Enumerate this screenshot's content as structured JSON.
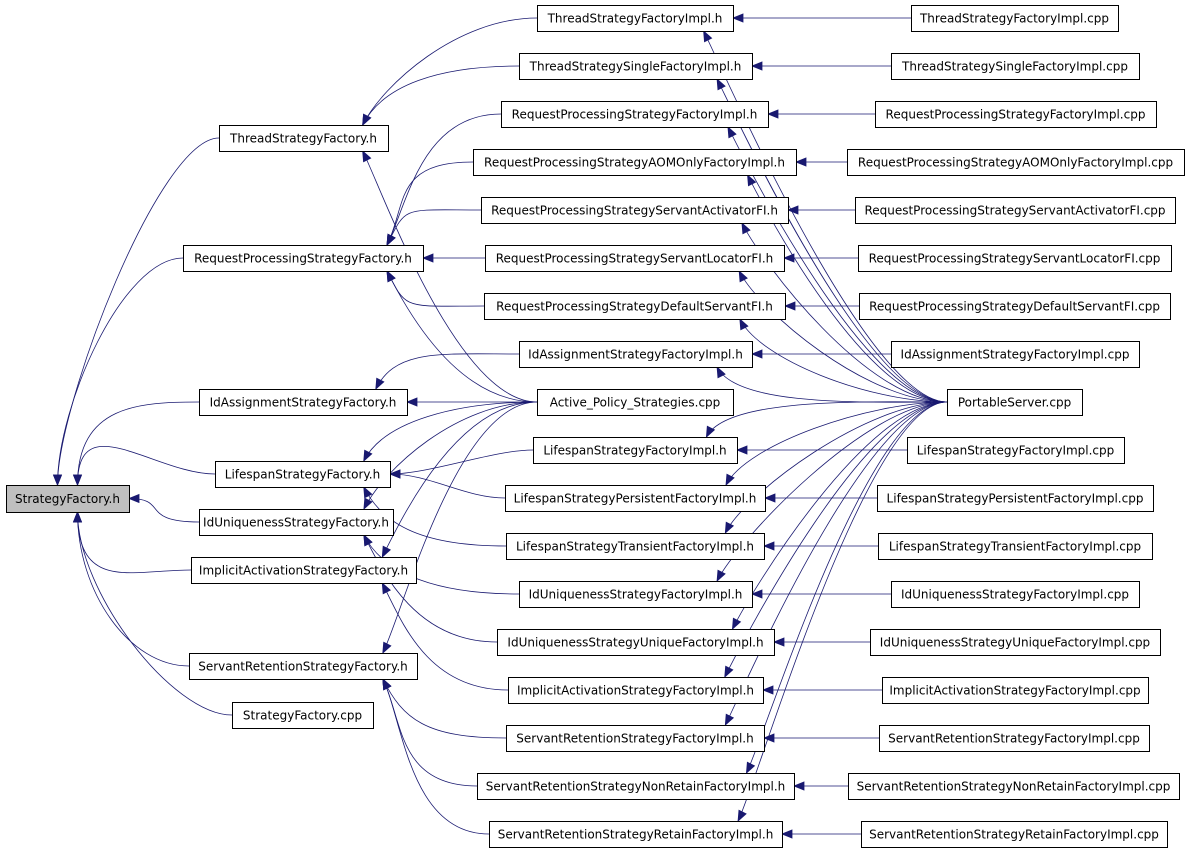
{
  "graph": {
    "root": "StrategyFactory.h",
    "edge_color": "#191970",
    "root_fill": "#bfbfbf",
    "nodes": [
      {
        "id": "root",
        "label": "StrategyFactory.h"
      },
      {
        "id": "tsf",
        "label": "ThreadStrategyFactory.h"
      },
      {
        "id": "rpsf",
        "label": "RequestProcessingStrategyFactory.h"
      },
      {
        "id": "iasf",
        "label": "IdAssignmentStrategyFactory.h"
      },
      {
        "id": "lsf",
        "label": "LifespanStrategyFactory.h"
      },
      {
        "id": "iusf",
        "label": "IdUniquenessStrategyFactory.h"
      },
      {
        "id": "iactsf",
        "label": "ImplicitActivationStrategyFactory.h"
      },
      {
        "id": "srsf",
        "label": "ServantRetentionStrategyFactory.h"
      },
      {
        "id": "sfcpp",
        "label": "StrategyFactory.cpp"
      },
      {
        "id": "tsfi",
        "label": "ThreadStrategyFactoryImpl.h"
      },
      {
        "id": "tssfi",
        "label": "ThreadStrategySingleFactoryImpl.h"
      },
      {
        "id": "rpsfi",
        "label": "RequestProcessingStrategyFactoryImpl.h"
      },
      {
        "id": "rpsaom",
        "label": "RequestProcessingStrategyAOMOnlyFactoryImpl.h"
      },
      {
        "id": "rpssa",
        "label": "RequestProcessingStrategyServantActivatorFI.h"
      },
      {
        "id": "rpssl",
        "label": "RequestProcessingStrategyServantLocatorFI.h"
      },
      {
        "id": "rpsds",
        "label": "RequestProcessingStrategyDefaultServantFI.h"
      },
      {
        "id": "iasfi",
        "label": "IdAssignmentStrategyFactoryImpl.h"
      },
      {
        "id": "aps",
        "label": "Active_Policy_Strategies.cpp"
      },
      {
        "id": "lsfi",
        "label": "LifespanStrategyFactoryImpl.h"
      },
      {
        "id": "lspfi",
        "label": "LifespanStrategyPersistentFactoryImpl.h"
      },
      {
        "id": "lstfi",
        "label": "LifespanStrategyTransientFactoryImpl.h"
      },
      {
        "id": "iusfi",
        "label": "IdUniquenessStrategyFactoryImpl.h"
      },
      {
        "id": "iusufi",
        "label": "IdUniquenessStrategyUniqueFactoryImpl.h"
      },
      {
        "id": "iactfi",
        "label": "ImplicitActivationStrategyFactoryImpl.h"
      },
      {
        "id": "srsfi",
        "label": "ServantRetentionStrategyFactoryImpl.h"
      },
      {
        "id": "srsnr",
        "label": "ServantRetentionStrategyNonRetainFactoryImpl.h"
      },
      {
        "id": "srsr",
        "label": "ServantRetentionStrategyRetainFactoryImpl.h"
      },
      {
        "id": "ps",
        "label": "PortableServer.cpp"
      },
      {
        "id": "tsfi_cpp",
        "label": "ThreadStrategyFactoryImpl.cpp"
      },
      {
        "id": "tssfi_cpp",
        "label": "ThreadStrategySingleFactoryImpl.cpp"
      },
      {
        "id": "rpsfi_cpp",
        "label": "RequestProcessingStrategyFactoryImpl.cpp"
      },
      {
        "id": "rpsaom_cpp",
        "label": "RequestProcessingStrategyAOMOnlyFactoryImpl.cpp"
      },
      {
        "id": "rpssa_cpp",
        "label": "RequestProcessingStrategyServantActivatorFI.cpp"
      },
      {
        "id": "rpssl_cpp",
        "label": "RequestProcessingStrategyServantLocatorFI.cpp"
      },
      {
        "id": "rpsds_cpp",
        "label": "RequestProcessingStrategyDefaultServantFI.cpp"
      },
      {
        "id": "iasfi_cpp",
        "label": "IdAssignmentStrategyFactoryImpl.cpp"
      },
      {
        "id": "lsfi_cpp",
        "label": "LifespanStrategyFactoryImpl.cpp"
      },
      {
        "id": "lspfi_cpp",
        "label": "LifespanStrategyPersistentFactoryImpl.cpp"
      },
      {
        "id": "lstfi_cpp",
        "label": "LifespanStrategyTransientFactoryImpl.cpp"
      },
      {
        "id": "iusfi_cpp",
        "label": "IdUniquenessStrategyFactoryImpl.cpp"
      },
      {
        "id": "iusufi_cpp",
        "label": "IdUniquenessStrategyUniqueFactoryImpl.cpp"
      },
      {
        "id": "iactfi_cpp",
        "label": "ImplicitActivationStrategyFactoryImpl.cpp"
      },
      {
        "id": "srsfi_cpp",
        "label": "ServantRetentionStrategyFactoryImpl.cpp"
      },
      {
        "id": "srsnr_cpp",
        "label": "ServantRetentionStrategyNonRetainFactoryImpl.cpp"
      },
      {
        "id": "srsr_cpp",
        "label": "ServantRetentionStrategyRetainFactoryImpl.cpp"
      }
    ],
    "edges": [
      {
        "from": "tsf",
        "to": "root"
      },
      {
        "from": "rpsf",
        "to": "root"
      },
      {
        "from": "iasf",
        "to": "root"
      },
      {
        "from": "lsf",
        "to": "root"
      },
      {
        "from": "iusf",
        "to": "root"
      },
      {
        "from": "iactsf",
        "to": "root"
      },
      {
        "from": "srsf",
        "to": "root"
      },
      {
        "from": "sfcpp",
        "to": "root"
      },
      {
        "from": "tsfi",
        "to": "tsf"
      },
      {
        "from": "tssfi",
        "to": "tsf"
      },
      {
        "from": "aps",
        "to": "tsf"
      },
      {
        "from": "rpsfi",
        "to": "rpsf"
      },
      {
        "from": "rpsaom",
        "to": "rpsf"
      },
      {
        "from": "rpssa",
        "to": "rpsf"
      },
      {
        "from": "rpssl",
        "to": "rpsf"
      },
      {
        "from": "rpsds",
        "to": "rpsf"
      },
      {
        "from": "aps",
        "to": "rpsf"
      },
      {
        "from": "iasfi",
        "to": "iasf"
      },
      {
        "from": "aps",
        "to": "iasf"
      },
      {
        "from": "lsfi",
        "to": "lsf"
      },
      {
        "from": "lspfi",
        "to": "lsf"
      },
      {
        "from": "lstfi",
        "to": "lsf"
      },
      {
        "from": "aps",
        "to": "lsf"
      },
      {
        "from": "iusfi",
        "to": "iusf"
      },
      {
        "from": "iusufi",
        "to": "iusf"
      },
      {
        "from": "aps",
        "to": "iusf"
      },
      {
        "from": "iactfi",
        "to": "iactsf"
      },
      {
        "from": "aps",
        "to": "iactsf"
      },
      {
        "from": "srsfi",
        "to": "srsf"
      },
      {
        "from": "srsnr",
        "to": "srsf"
      },
      {
        "from": "srsr",
        "to": "srsf"
      },
      {
        "from": "aps",
        "to": "srsf"
      },
      {
        "from": "tsfi_cpp",
        "to": "tsfi"
      },
      {
        "from": "ps",
        "to": "tsfi"
      },
      {
        "from": "tssfi_cpp",
        "to": "tssfi"
      },
      {
        "from": "ps",
        "to": "tssfi"
      },
      {
        "from": "rpsfi_cpp",
        "to": "rpsfi"
      },
      {
        "from": "ps",
        "to": "rpsfi"
      },
      {
        "from": "rpsaom_cpp",
        "to": "rpsaom"
      },
      {
        "from": "ps",
        "to": "rpsaom"
      },
      {
        "from": "rpssa_cpp",
        "to": "rpssa"
      },
      {
        "from": "ps",
        "to": "rpssa"
      },
      {
        "from": "rpssl_cpp",
        "to": "rpssl"
      },
      {
        "from": "ps",
        "to": "rpssl"
      },
      {
        "from": "rpsds_cpp",
        "to": "rpsds"
      },
      {
        "from": "ps",
        "to": "rpsds"
      },
      {
        "from": "iasfi_cpp",
        "to": "iasfi"
      },
      {
        "from": "ps",
        "to": "iasfi"
      },
      {
        "from": "lsfi_cpp",
        "to": "lsfi"
      },
      {
        "from": "ps",
        "to": "lsfi"
      },
      {
        "from": "lspfi_cpp",
        "to": "lspfi"
      },
      {
        "from": "ps",
        "to": "lspfi"
      },
      {
        "from": "lstfi_cpp",
        "to": "lstfi"
      },
      {
        "from": "ps",
        "to": "lstfi"
      },
      {
        "from": "iusfi_cpp",
        "to": "iusfi"
      },
      {
        "from": "ps",
        "to": "iusfi"
      },
      {
        "from": "iusufi_cpp",
        "to": "iusufi"
      },
      {
        "from": "ps",
        "to": "iusufi"
      },
      {
        "from": "iactfi_cpp",
        "to": "iactfi"
      },
      {
        "from": "ps",
        "to": "iactfi"
      },
      {
        "from": "srsfi_cpp",
        "to": "srsfi"
      },
      {
        "from": "ps",
        "to": "srsfi"
      },
      {
        "from": "srsnr_cpp",
        "to": "srsnr"
      },
      {
        "from": "ps",
        "to": "srsnr"
      },
      {
        "from": "srsr_cpp",
        "to": "srsr"
      },
      {
        "from": "ps",
        "to": "srsr"
      }
    ]
  }
}
